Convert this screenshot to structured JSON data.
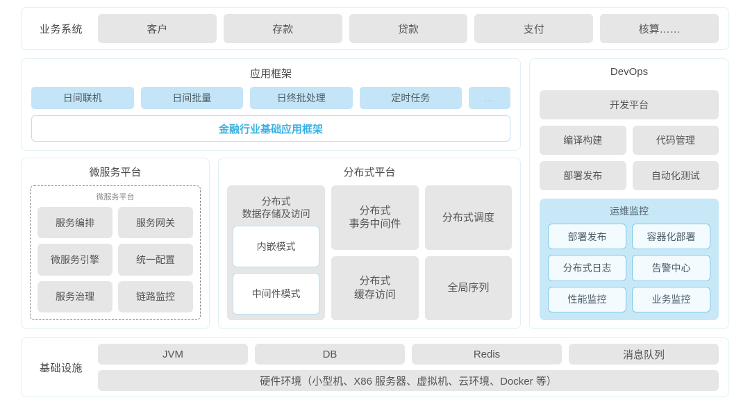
{
  "business_systems": {
    "label": "业务系统",
    "items": [
      "客户",
      "存款",
      "贷款",
      "支付",
      "核算……"
    ]
  },
  "app_framework": {
    "title": "应用框架",
    "tags": [
      "日间联机",
      "日间批量",
      "日终批处理",
      "定时任务",
      "..."
    ],
    "frame_bar": "金融行业基础应用框架",
    "accent_color": "#3ab2e2",
    "tag_color": "#c3e5f7"
  },
  "microservice_platform": {
    "title": "微服务平台",
    "inner_title": "微服务平台",
    "items": [
      "服务编排",
      "服务网关",
      "微服务引擎",
      "统一配置",
      "服务治理",
      "链路监控"
    ]
  },
  "distributed_platform": {
    "title": "分布式平台",
    "first_column": {
      "title": "分布式\n数据存储及访问",
      "title_line1": "分布式",
      "title_line2": "数据存储及访问",
      "sub_items": [
        "内嵌模式",
        "中间件模式"
      ]
    },
    "column2": [
      {
        "line1": "分布式",
        "line2": "事务中间件"
      },
      {
        "line1": "分布式",
        "line2": "缓存访问"
      }
    ],
    "column3": [
      {
        "line1": "分布式调度",
        "line2": ""
      },
      {
        "line1": "全局序列",
        "line2": ""
      }
    ]
  },
  "devops": {
    "title": "DevOps",
    "platform": "开发平台",
    "pairs": [
      [
        "编译构建",
        "代码管理"
      ],
      [
        "部署发布",
        "自动化测试"
      ]
    ],
    "ops_monitor": {
      "title": "运维监控",
      "items": [
        "部署发布",
        "容器化部署",
        "分布式日志",
        "告警中心",
        "性能监控",
        "业务监控"
      ],
      "background_color": "#c8e8f8",
      "border_color": "#7fc9ea"
    }
  },
  "infrastructure": {
    "label": "基础设施",
    "items": [
      "JVM",
      "DB",
      "Redis",
      "消息队列"
    ],
    "hardware": "硬件环境（小型机、X86 服务器、虚拟机、云环境、Docker 等）"
  }
}
